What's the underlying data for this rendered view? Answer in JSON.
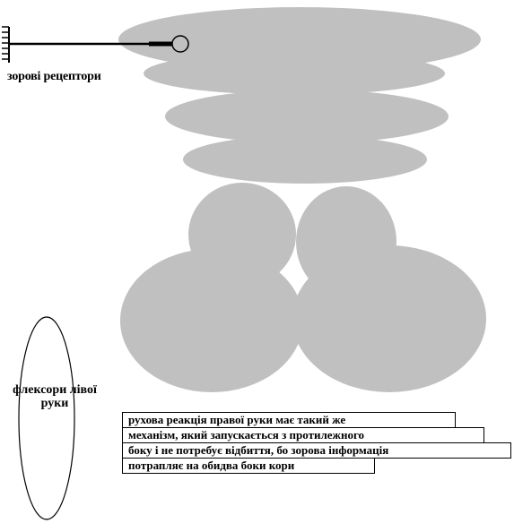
{
  "labels": {
    "visual_receptors": "зорові рецептори",
    "flexors": "флексори лівої руки"
  },
  "note": {
    "lines": [
      "рухова реакція правої руки має такий же",
      "механізм, який запускається з протилежного",
      "боку і не потребує відбиття, бо зорова інформація",
      "потрапляє на обидва боки кори"
    ]
  },
  "colors": {
    "brain_fill": "#c0c0c0",
    "stroke": "#000000",
    "background": "#ffffff"
  }
}
